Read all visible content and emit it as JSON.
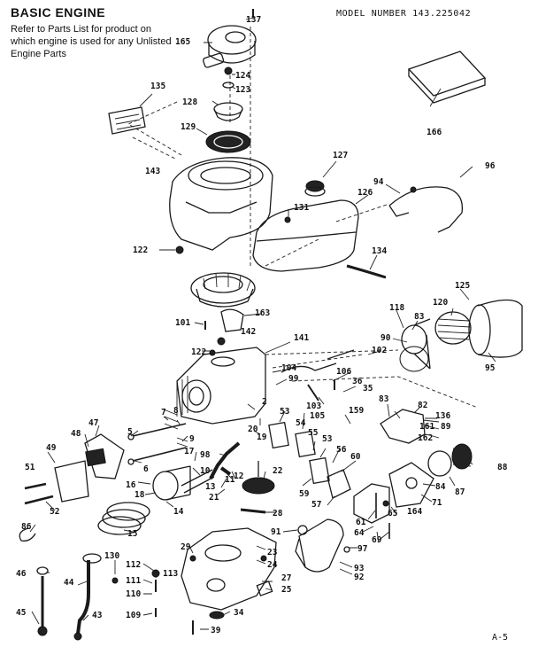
{
  "header": {
    "title": "BASIC ENGINE",
    "subtitle": "Refer to Parts List for product on which engine is used for any Unlisted Engine Parts",
    "model": "MODEL NUMBER 143.225042",
    "page": "A-5"
  },
  "callouts": [
    "137",
    "165",
    "124",
    "123",
    "135",
    "128",
    "129",
    "166",
    "143",
    "127",
    "96",
    "94",
    "126",
    "131",
    "122",
    "134",
    "125",
    "163",
    "101",
    "118",
    "83",
    "120",
    "142",
    "141",
    "90",
    "122",
    "102",
    "95",
    "104",
    "106",
    "99",
    "36",
    "35",
    "103",
    "2",
    "105",
    "159",
    "83",
    "82",
    "136",
    "161",
    "162",
    "89",
    "53",
    "54",
    "55",
    "47",
    "48",
    "20",
    "19",
    "53",
    "56",
    "49",
    "5",
    "6",
    "7",
    "8",
    "9",
    "98",
    "60",
    "51",
    "17",
    "10",
    "11",
    "12",
    "13",
    "21",
    "22",
    "59",
    "57",
    "84",
    "87",
    "71",
    "88",
    "16",
    "18",
    "14",
    "52",
    "86",
    "15",
    "28",
    "61",
    "64",
    "65",
    "164",
    "91",
    "69",
    "97",
    "93",
    "92",
    "29",
    "23",
    "24",
    "27",
    "25",
    "130",
    "46",
    "112",
    "113",
    "111",
    "110",
    "44",
    "109",
    "43",
    "45",
    "34",
    "39"
  ]
}
